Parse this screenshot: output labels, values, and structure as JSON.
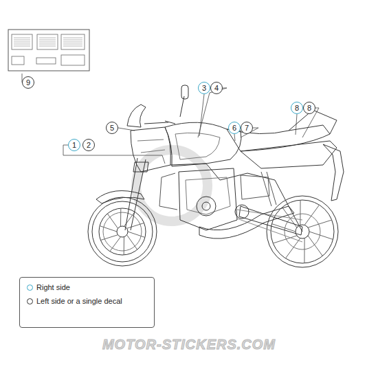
{
  "diagram": {
    "nodes": [
      {
        "text": [
          "9"
        ]
      },
      {
        "text": [
          "5"
        ]
      },
      {
        "text": [
          "1"
        ]
      },
      {
        "text": [
          "2"
        ]
      },
      {
        "text": [
          "3"
        ]
      },
      {
        "text": [
          "4"
        ]
      },
      {
        "text": [
          "6"
        ]
      },
      {
        "text": [
          "7"
        ]
      },
      {
        "text": [
          "8"
        ]
      },
      {
        "text": [
          "8"
        ]
      }
    ],
    "labels": [
      "MOTOR-STICKERS.COM"
    ],
    "legend": [
      {
        "text": "Right side"
      },
      {
        "text": "Left side or a single decal"
      }
    ]
  }
}
